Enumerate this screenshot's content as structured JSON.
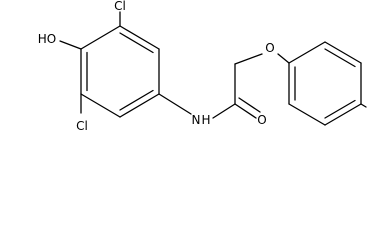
{
  "diagram": {
    "type": "skeletal-formula",
    "atom_labels": {
      "cl_top": "Cl",
      "hydroxyl": "HO",
      "cl_bottom": "Cl",
      "amide_n": "N",
      "amide_h": "H",
      "carbonyl_o": "O",
      "ether_o": "O"
    },
    "colors": {
      "line": "#000000",
      "text": "#000000",
      "background": "#ffffff"
    }
  }
}
